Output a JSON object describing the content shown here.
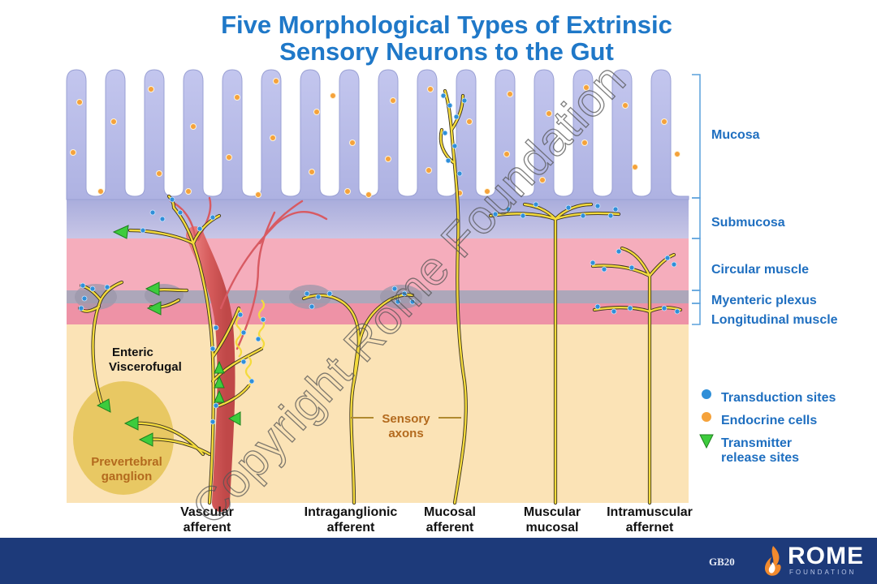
{
  "title_line1": "Five Morphological Types of Extrinsic",
  "title_line2": "Sensory Neurons to the Gut",
  "layers": {
    "mucosa": "Mucosa",
    "submucosa": "Submucosa",
    "circular": "Circular muscle",
    "myenteric": "Myenteric plexus",
    "longitudinal": "Longitudinal muscle"
  },
  "legend": {
    "transduction": "Transduction sites",
    "endocrine": "Endocrine cells",
    "transmitter_1": "Transmitter",
    "transmitter_2": "release sites"
  },
  "labels": {
    "enteric_1": "Enteric",
    "enteric_2": "Viscerofugal",
    "prevertebral_1": "Prevertebral",
    "prevertebral_2": "ganglion",
    "sensory_1": "Sensory",
    "sensory_2": "axons"
  },
  "neurons": [
    {
      "line1": "Vascular",
      "line2": "afferent"
    },
    {
      "line1": "Intraganglionic",
      "line2": "afferent"
    },
    {
      "line1": "Mucosal",
      "line2": "afferent"
    },
    {
      "line1": "Muscular",
      "line2": "mucosal"
    },
    {
      "line1": "Intramuscular",
      "line2": "affernet"
    }
  ],
  "watermark": "Copyright Rome Foundation",
  "footer": {
    "code": "GB20",
    "logo": "ROME",
    "logo_sub": "FOUNDATION"
  },
  "colors": {
    "title": "#1f78c8",
    "label": "#1f6fc0",
    "mucosa": "#b4b8e6",
    "submucosa": "#9ca0d6",
    "circular": "#f4a9b8",
    "myenteric": "#a7a3b6",
    "longitudinal": "#ec8ea2",
    "serosa": "#fbe1b0",
    "nerve": "#f2d93a",
    "transduction": "#2f8fd8",
    "endocrine": "#f5a23b",
    "transmitter": "#3dcc3d",
    "footer": "#1d3a7a"
  }
}
